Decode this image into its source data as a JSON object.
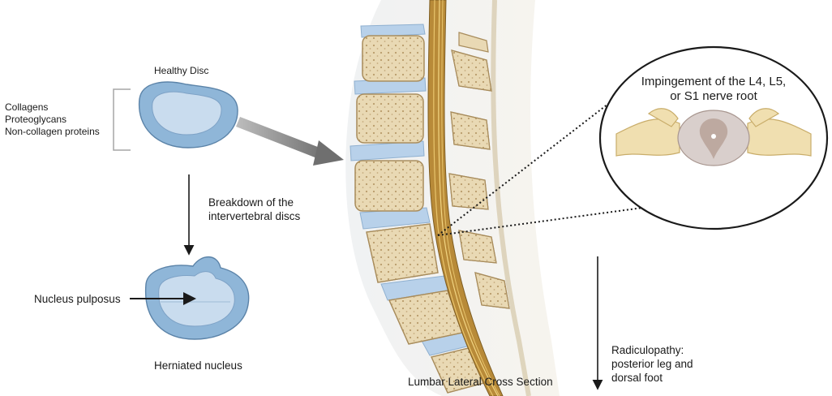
{
  "labels": {
    "healthy_disc": "Healthy Disc",
    "components": [
      "Collagens",
      "Proteoglycans",
      "Non-collagen proteins"
    ],
    "breakdown": [
      "Breakdown of the",
      "intervertebral discs"
    ],
    "nucleus_pulposus": "Nucleus pulposus",
    "herniated_nucleus": "Herniated nucleus",
    "cross_section": "Lumbar Lateral Cross Section",
    "impingement": [
      "Impingement of the L4, L5,",
      "or S1 nerve root"
    ],
    "radiculopathy": [
      "Radiculopathy:",
      "posterior leg and",
      "dorsal foot"
    ]
  },
  "colors": {
    "disc_fill": "#8fb6d8",
    "disc_inner": "#c9dcee",
    "bone_fill": "#e9d9b4",
    "bone_dots": "#b89b6a",
    "nerve_fill": "#b88a38",
    "cord_grey": "#d9cfcc",
    "arrow_grey": "#7d7d7d"
  }
}
